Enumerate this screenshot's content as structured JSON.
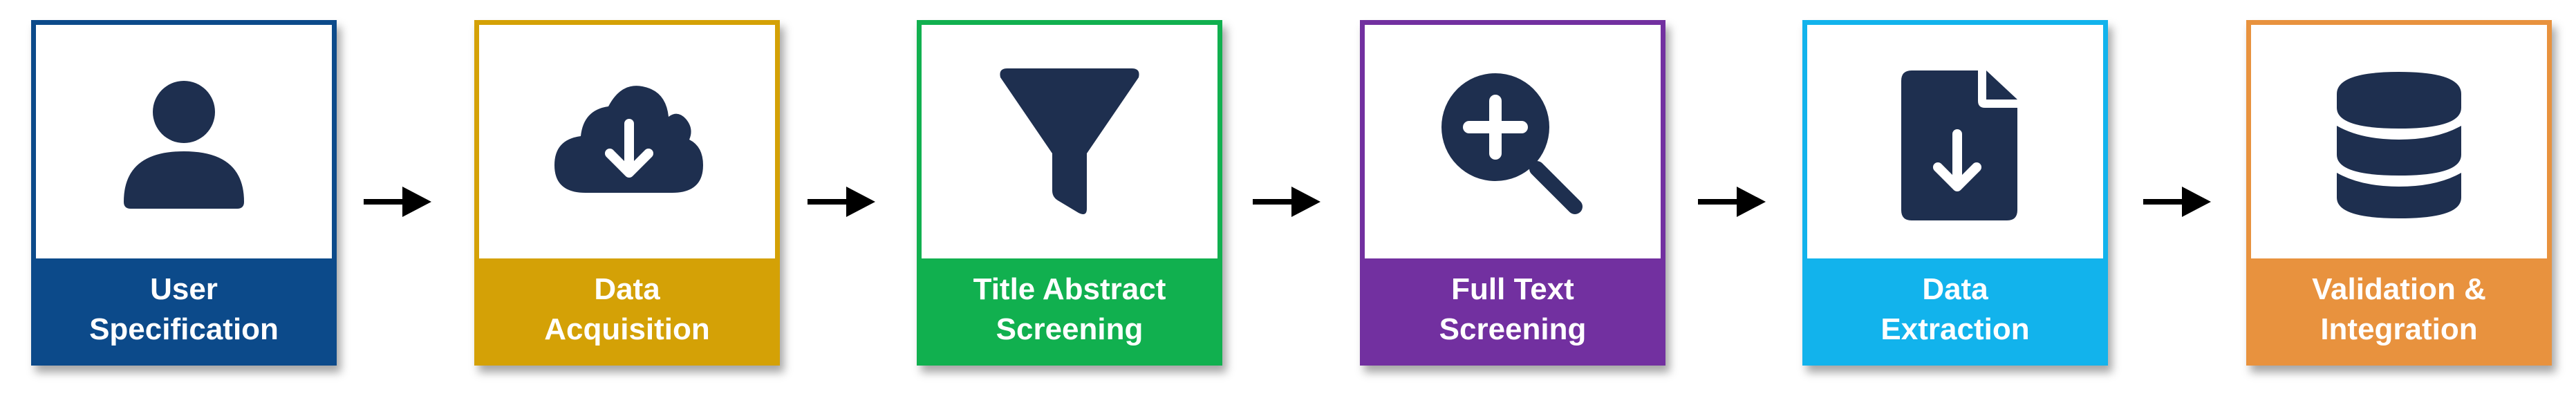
{
  "icon_color": "#1e2f4f",
  "arrow_color": "#000000",
  "steps": [
    {
      "label": "User\nSpecification",
      "icon": "user-icon",
      "color": "#0c4a8a"
    },
    {
      "label": "Data\nAcquisition",
      "icon": "cloud-download-icon",
      "color": "#d4a106"
    },
    {
      "label": "Title Abstract\nScreening",
      "icon": "funnel-icon",
      "color": "#11b04f"
    },
    {
      "label": "Full Text\nScreening",
      "icon": "magnify-plus-icon",
      "color": "#7230a0"
    },
    {
      "label": "Data\nExtraction",
      "icon": "file-download-icon",
      "color": "#12b3ec"
    },
    {
      "label": "Validation &\nIntegration",
      "icon": "database-icon",
      "color": "#e8923e"
    }
  ]
}
